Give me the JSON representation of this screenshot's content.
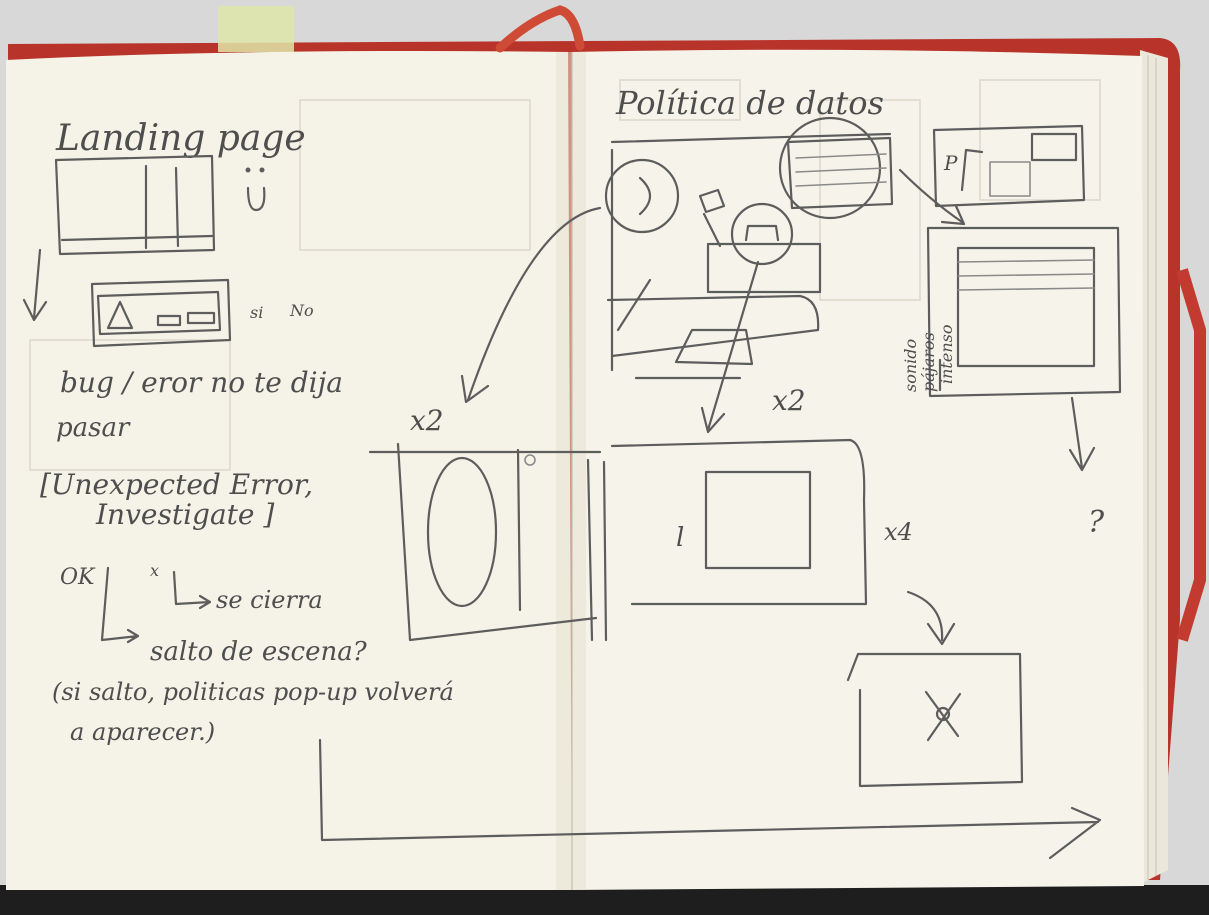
{
  "notebook": {
    "page_color": "#f5f3e8",
    "cover_color": "#b8342a",
    "bookmark_color": "#d04b36",
    "pencil_color": "#5d5d5d"
  },
  "left_page": {
    "title": "Landing page",
    "smiley": ":)",
    "dialog_options": [
      "si",
      "No"
    ],
    "note_line_1": "bug / eror no te dija",
    "note_line_2": "pasar",
    "error_line_1": "[Unexpected Error,",
    "error_line_2": "Investigate ]",
    "ok_label": "OK",
    "x_label": "x",
    "closes_text": "se cierra",
    "scene_jump_text": "salto de escena?",
    "footnote_line_1": "(si salto, politicas pop-up volverá",
    "footnote_line_2": "a aparecer.)",
    "multiplier": "x2"
  },
  "right_page": {
    "title": "Política de datos",
    "label_top_right": "P",
    "vertical_label_1": "sonido",
    "vertical_label_2": "pájaros",
    "vertical_label_3": "intenso",
    "multiplier_a": "x2",
    "multiplier_b": "x4",
    "panel_label": "l",
    "question_mark": "?"
  }
}
